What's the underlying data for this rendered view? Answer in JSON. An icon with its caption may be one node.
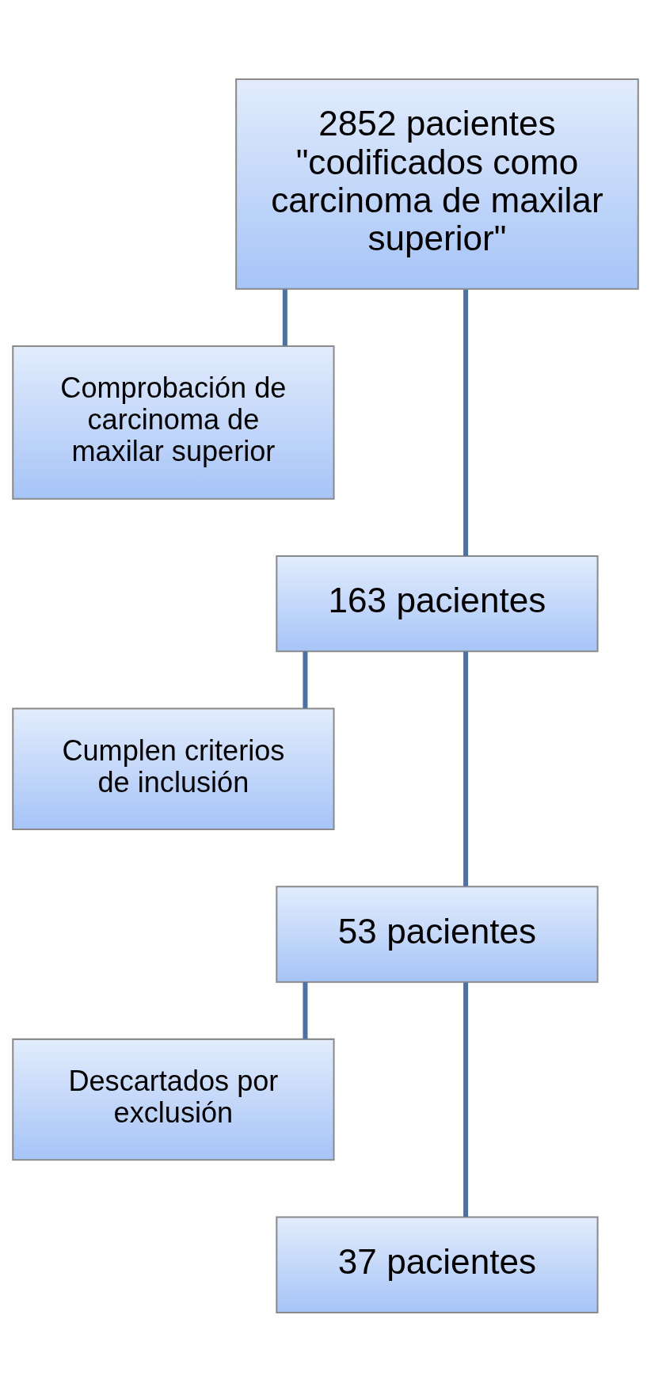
{
  "diagram": {
    "nodes": [
      {
        "text": [
          "2852 pacientes",
          "\"codificados como carcinoma de maxilar superior\""
        ]
      },
      {
        "text": [
          "Comprobación de carcinoma de maxilar superior"
        ]
      },
      {
        "text": [
          "163 pacientes"
        ]
      },
      {
        "text": [
          "Cumplen criterios de inclusión"
        ]
      },
      {
        "text": [
          "53 pacientes"
        ]
      },
      {
        "text": [
          "Descartados por exclusión"
        ]
      },
      {
        "text": [
          "37 pacientes"
        ]
      }
    ],
    "edges": [
      {
        "from": 0,
        "to": 1,
        "arrow": "none"
      },
      {
        "from": 0,
        "to": 2,
        "arrow": "none"
      },
      {
        "from": 2,
        "to": 3,
        "arrow": "none"
      },
      {
        "from": 2,
        "to": 4,
        "arrow": "none"
      },
      {
        "from": 4,
        "to": 5,
        "arrow": "none"
      },
      {
        "from": 4,
        "to": 6,
        "arrow": "none"
      }
    ]
  }
}
